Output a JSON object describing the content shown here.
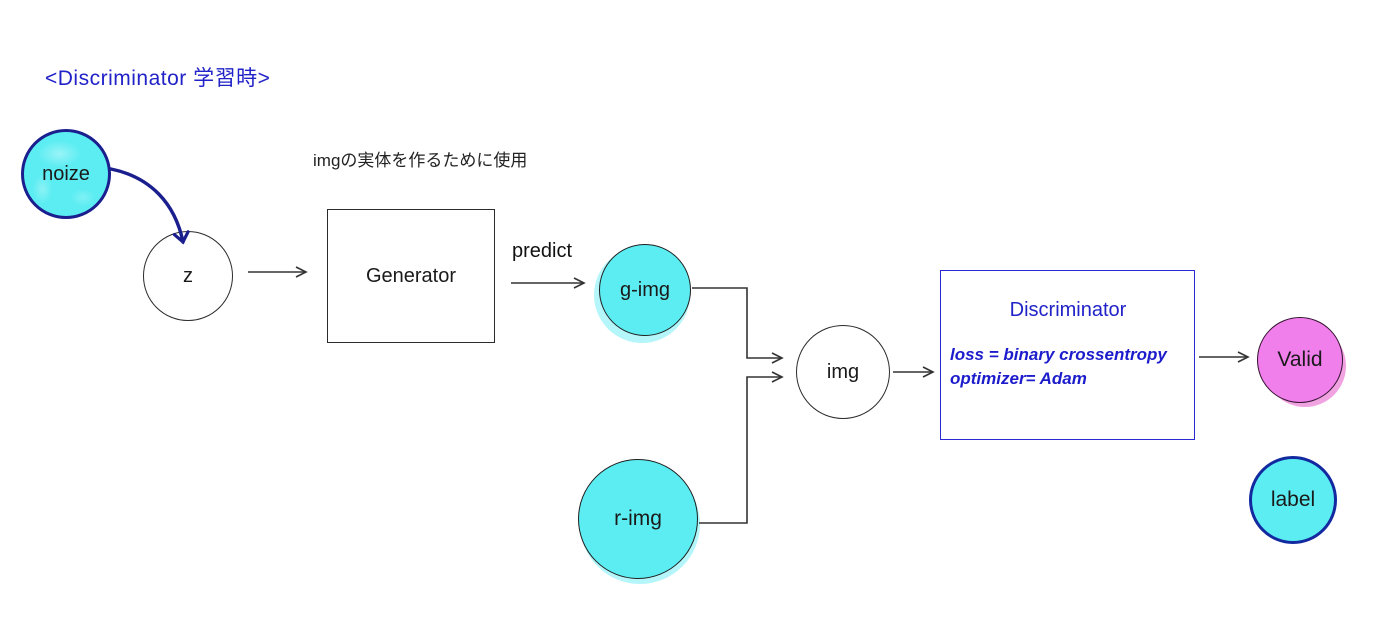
{
  "diagram": {
    "title": "<Discriminator 学習時>",
    "annotation": "imgの実体を作るために使用",
    "nodes": {
      "noize": {
        "label": "noize"
      },
      "z": {
        "label": "z"
      },
      "generator": {
        "label": "Generator"
      },
      "g_img": {
        "label": "g-img"
      },
      "r_img": {
        "label": "r-img"
      },
      "img": {
        "label": "img"
      },
      "discriminator": {
        "title": "Discriminator",
        "loss": "loss = binary crossentropy",
        "optimizer": "optimizer= Adam"
      },
      "valid": {
        "label": "Valid"
      },
      "label_node": {
        "label": "label"
      }
    },
    "edges": {
      "predict": {
        "label": "predict"
      }
    },
    "colors": {
      "cyan": "#5BEDF2",
      "navy": "#1b1f8e",
      "blue": "#2122c8",
      "pink": "#F07EEB",
      "line": "#333333"
    }
  }
}
